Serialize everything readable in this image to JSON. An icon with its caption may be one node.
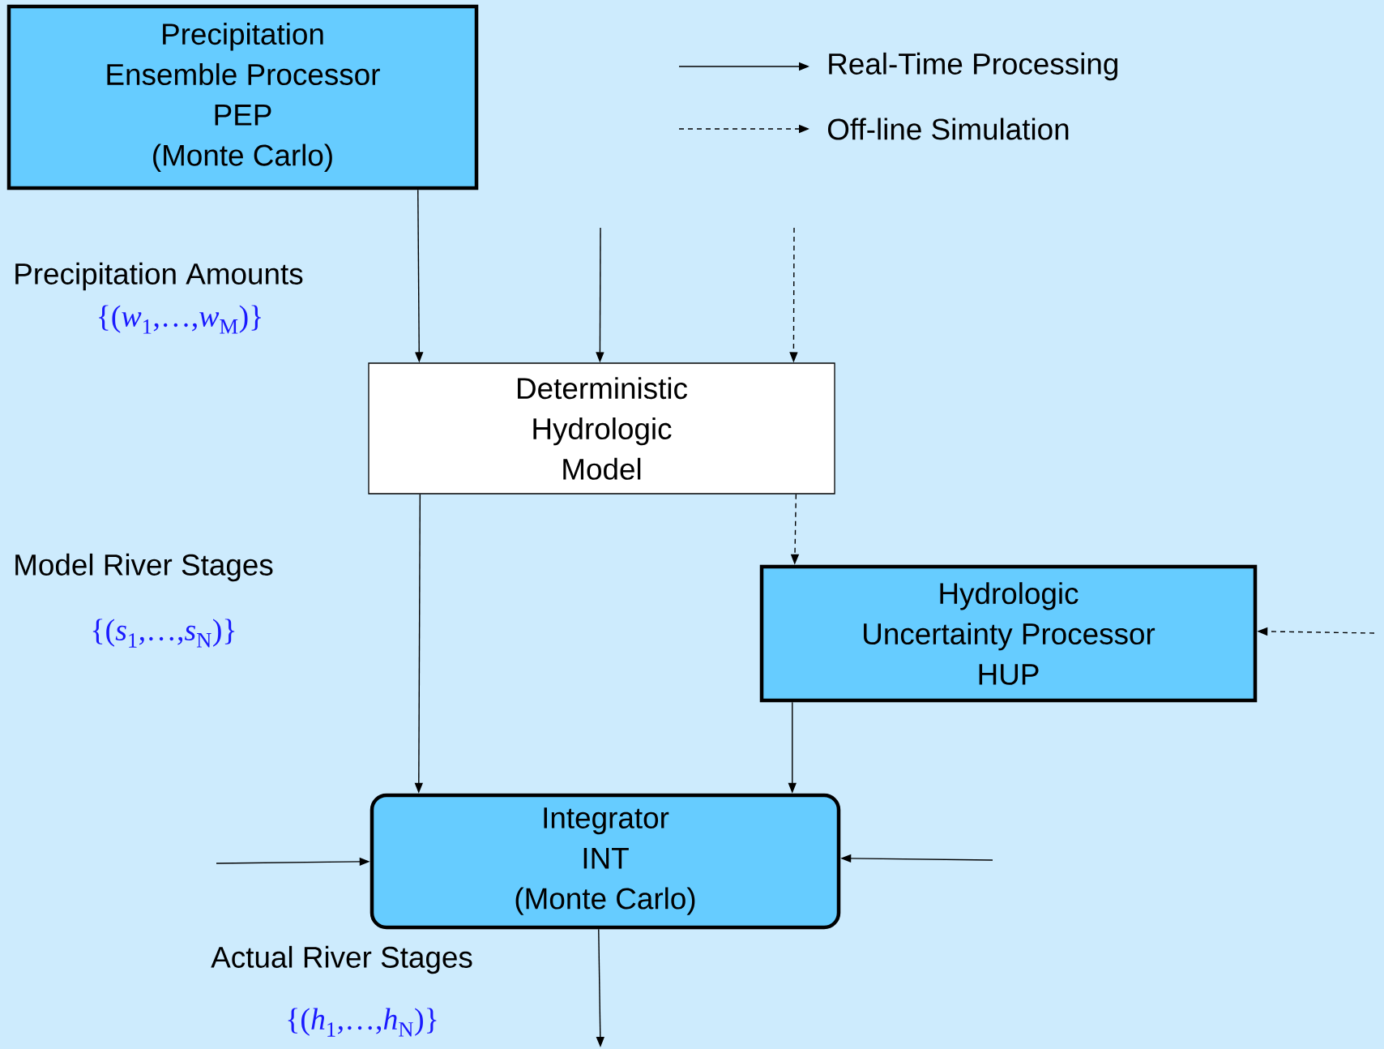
{
  "diagram": {
    "nodes": [
      {
        "text": [
          "Precipitation",
          "Ensemble Processor",
          "PEP",
          "(Monte Carlo)"
        ]
      },
      {
        "text": [
          "Deterministic",
          "Hydrologic",
          "Model"
        ]
      },
      {
        "text": [
          "Hydrologic",
          "Uncertainty Processor",
          "HUP"
        ]
      },
      {
        "text": [
          "Integrator",
          "INT",
          "(Monte Carlo)"
        ]
      }
    ],
    "edges": [
      {
        "from": 0,
        "to": 1,
        "arrow": "to"
      },
      {
        "from": null,
        "to": 1,
        "arrow": "to"
      },
      {
        "from": null,
        "to": 1,
        "arrow": "to",
        "style": "dashed"
      },
      {
        "from": 1,
        "to": 2,
        "arrow": "to",
        "style": "dashed"
      },
      {
        "from": null,
        "to": 2,
        "arrow": "to",
        "style": "dashed"
      },
      {
        "from": 1,
        "to": 3,
        "arrow": "to"
      },
      {
        "from": 2,
        "to": 3,
        "arrow": "to"
      },
      {
        "from": null,
        "to": 3,
        "arrow": "to"
      },
      {
        "from": null,
        "to": 3,
        "arrow": "to"
      },
      {
        "from": 3,
        "to": null,
        "arrow": "to"
      }
    ],
    "labels": [
      "Precipitation Amounts",
      "{(*w*$_{1}$,…,*w*$_{M}$)}",
      "Model River Stages",
      "{(*s*$_{1}$,…,*s*$_{N}$)}",
      "Actual River Stages",
      "{(*h*$_{1}$,…,*h*$_{N}$)}"
    ],
    "legend": [
      {
        "text": "Real-Time Processing"
      },
      {
        "text": "Off-line Simulation"
      }
    ]
  }
}
